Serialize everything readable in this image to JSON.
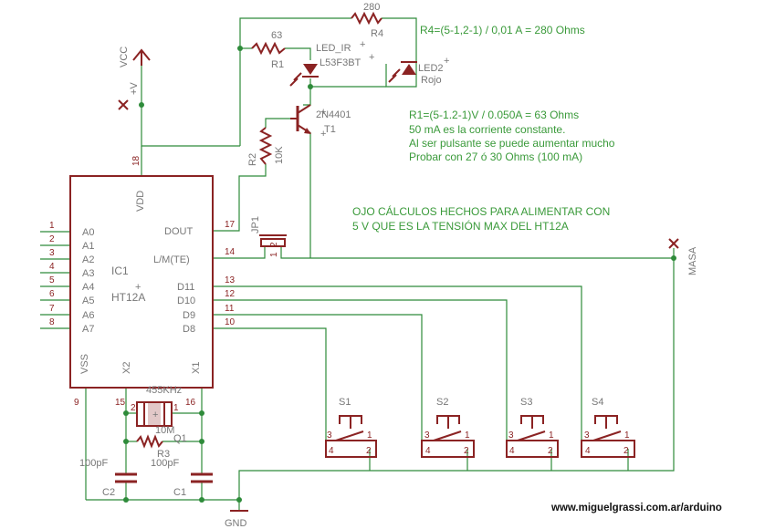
{
  "labels": {
    "r4_value": "280",
    "r4_name": "R4",
    "r1_value": "63",
    "r1_name": "R1",
    "led_ir_name": "LED_IR",
    "led_ir_part": "L53F3BT",
    "led2_name": "LED2",
    "led2_part": "Rojo",
    "vcc": "VCC",
    "plus_v": "+V",
    "q_part": "2N4401",
    "q_name": "T1",
    "r2_name": "R2",
    "r2_value": "10K",
    "ic_name": "IC1",
    "ic_part": "HT12A",
    "vdd": "VDD",
    "vss": "VSS",
    "x2": "X2",
    "x1": "X1",
    "jp_name": "JP1",
    "masa": "MASA",
    "gnd": "GND",
    "crystal_value": "455KHz",
    "crystal_name": "Q1",
    "r3_name": "R3",
    "r3_value": "10M",
    "c2_value": "100pF",
    "c2_name": "C2",
    "c1_value": "100pF",
    "c1_name": "C1"
  },
  "ic_pins": {
    "left": [
      {
        "num": "1",
        "name": "A0"
      },
      {
        "num": "2",
        "name": "A1"
      },
      {
        "num": "3",
        "name": "A2"
      },
      {
        "num": "4",
        "name": "A3"
      },
      {
        "num": "5",
        "name": "A4"
      },
      {
        "num": "6",
        "name": "A5"
      },
      {
        "num": "7",
        "name": "A6"
      },
      {
        "num": "8",
        "name": "A7"
      }
    ],
    "right": [
      {
        "num": "17",
        "name": "DOUT"
      },
      {
        "num": "14",
        "name": "L/M(TE)"
      },
      {
        "num": "13",
        "name": "D11"
      },
      {
        "num": "12",
        "name": "D10"
      },
      {
        "num": "11",
        "name": "D9"
      },
      {
        "num": "10",
        "name": "D8"
      }
    ],
    "top": "18",
    "bottom": "9",
    "x2_pin": "15",
    "x1_pin": "16"
  },
  "switches": [
    {
      "name": "S1",
      "p1": "1",
      "p2": "2",
      "p3": "3",
      "p4": "4"
    },
    {
      "name": "S2",
      "p1": "1",
      "p2": "2",
      "p3": "3",
      "p4": "4"
    },
    {
      "name": "S3",
      "p1": "1",
      "p2": "2",
      "p3": "3",
      "p4": "4"
    },
    {
      "name": "S4",
      "p1": "1",
      "p2": "2",
      "p3": "3",
      "p4": "4"
    }
  ],
  "misc_pins": {
    "crystal_left": "2",
    "crystal_right": "1",
    "jp_1": "1",
    "jp_2": "2"
  },
  "notes": {
    "r4_calc": "R4=(5-1,2-1) / 0,01 A = 280 Ohms",
    "r1_lines": [
      "R1=(5-1.2-1)V / 0.050A = 63 Ohms",
      "50 mA es la corriente constante.",
      "Al ser pulsante se puede aumentar mucho",
      "Probar con 27 ó 30 Ohms (100 mA)"
    ],
    "warning_lines": [
      "OJO CÁLCULOS HECHOS PARA ALIMENTAR CON",
      "5 V QUE ES LA TENSIÓN MAX DEL HT12A"
    ]
  },
  "url": "www.miguelgrassi.com.ar/arduino",
  "colors": {
    "wire": "#2e8b3a",
    "component": "#8b2323",
    "label": "#777777",
    "note": "#3a9a3a",
    "background": "#ffffff"
  }
}
